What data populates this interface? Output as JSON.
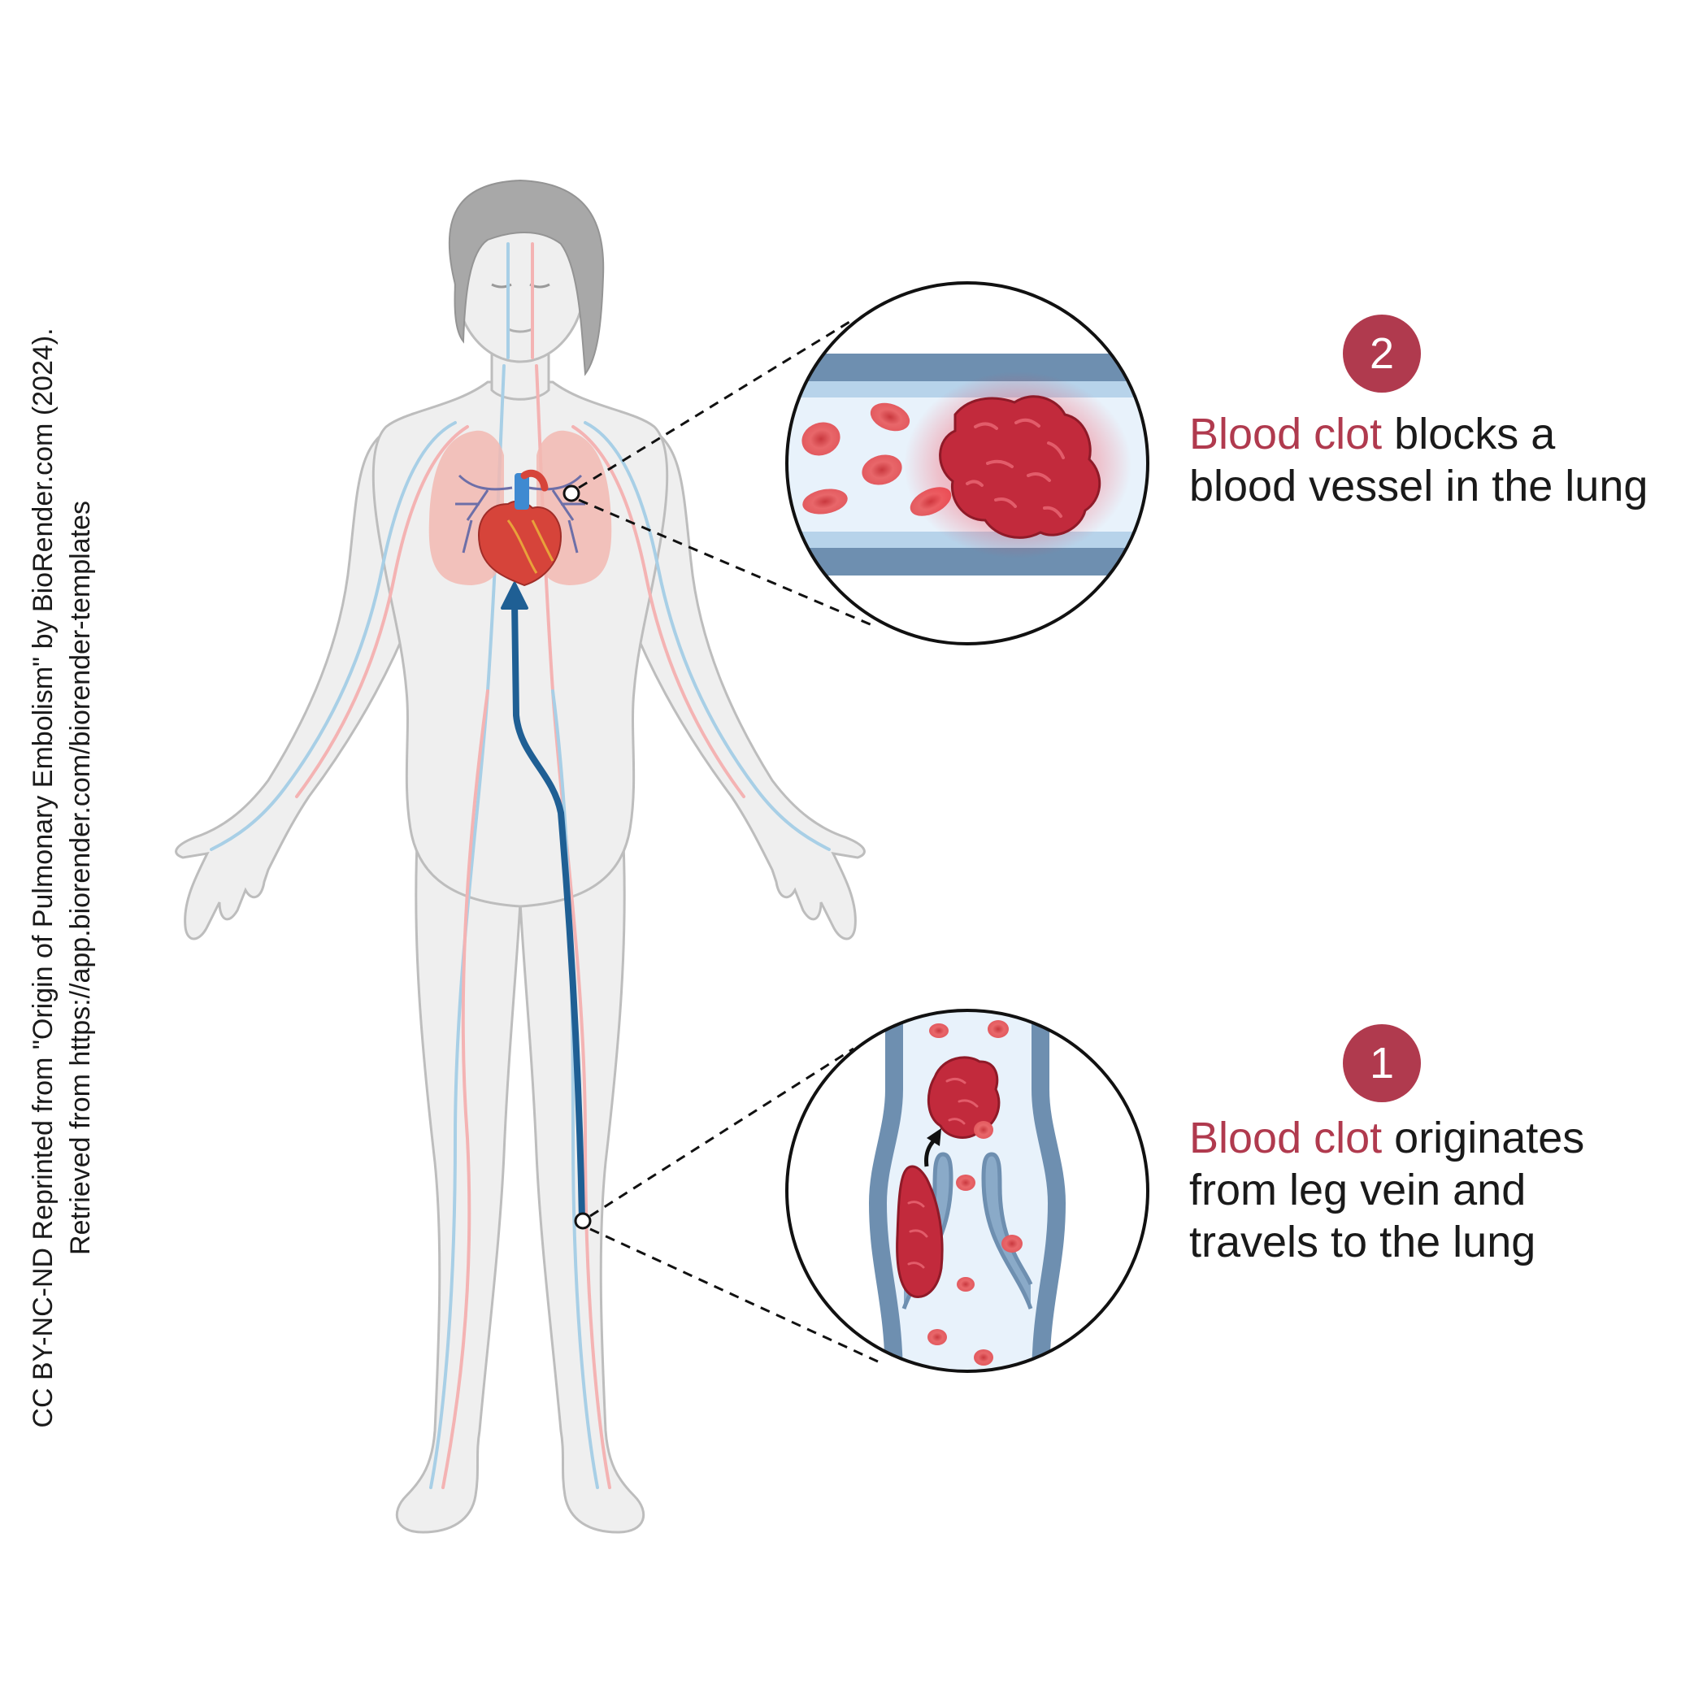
{
  "attribution": {
    "line1": "CC BY-NC-ND Reprinted from \"Origin of Pulmonary Embolism\" by BioRender.com (2024).",
    "line2": "Retrieved from https://app.biorender.com/biorender-templates"
  },
  "steps": [
    {
      "number": "2",
      "highlight": "Blood clot",
      "text_line1": " blocks a",
      "text_line2": "blood vessel in the lung"
    },
    {
      "number": "1",
      "highlight": "Blood clot",
      "text_line1": " originates",
      "text_line2": "from leg vein and",
      "text_line3": "travels to the lung"
    }
  ],
  "colors": {
    "accent": "#b03a4e",
    "badge": "#b03a4e",
    "body_fill": "#efefef",
    "body_outline": "#bdbdbd",
    "hair": "#a8a8a8",
    "vein": "#a8cfe6",
    "artery": "#f4b3b3",
    "vessel_wall": "#6e8fb0",
    "vessel_lumen": "#e8f2fb",
    "blood_cell": "#e35a5f",
    "clot": "#c22a3c",
    "path_arrow": "#1f5f94",
    "lung": "#f2b9b2",
    "heart": "#d6443a"
  },
  "icons": [
    "human-body-illustration",
    "heart-icon",
    "lungs-icon",
    "blood-clot-icon",
    "vein-valve-icon",
    "magnifier-circle-icon",
    "arrow-up-icon"
  ]
}
